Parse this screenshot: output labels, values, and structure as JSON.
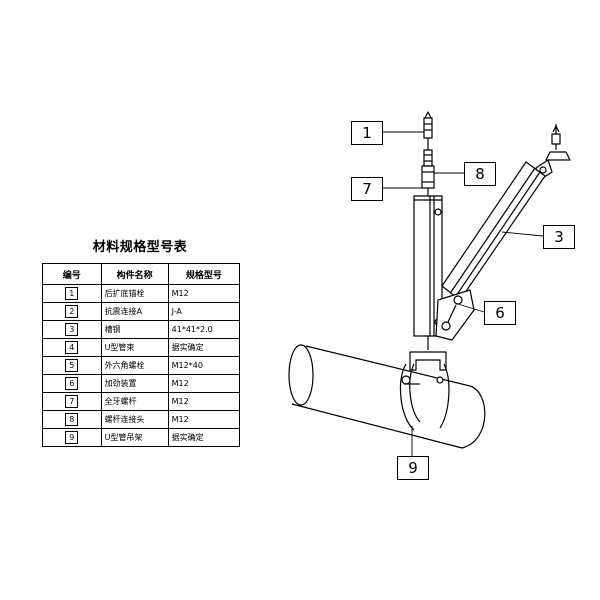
{
  "table": {
    "title": "材料规格型号表",
    "headers": [
      "编号",
      "构件名称",
      "规格型号"
    ],
    "rows": [
      {
        "num": "1",
        "name": "后扩底锚栓",
        "spec": "M12"
      },
      {
        "num": "2",
        "name": "抗震连接A",
        "spec": "J-A"
      },
      {
        "num": "3",
        "name": "槽钢",
        "spec": "41*41*2.0"
      },
      {
        "num": "4",
        "name": "U型管束",
        "spec": "据实确定"
      },
      {
        "num": "5",
        "name": "外六角螺栓",
        "spec": "M12*40"
      },
      {
        "num": "6",
        "name": "加劲装置",
        "spec": "M12"
      },
      {
        "num": "7",
        "name": "全牙螺杆",
        "spec": "M12"
      },
      {
        "num": "8",
        "name": "螺杆连接头",
        "spec": "M12"
      },
      {
        "num": "9",
        "name": "U型管吊架",
        "spec": "据实确定"
      }
    ]
  },
  "callouts": [
    "1",
    "8",
    "7",
    "3",
    "6",
    "9"
  ]
}
